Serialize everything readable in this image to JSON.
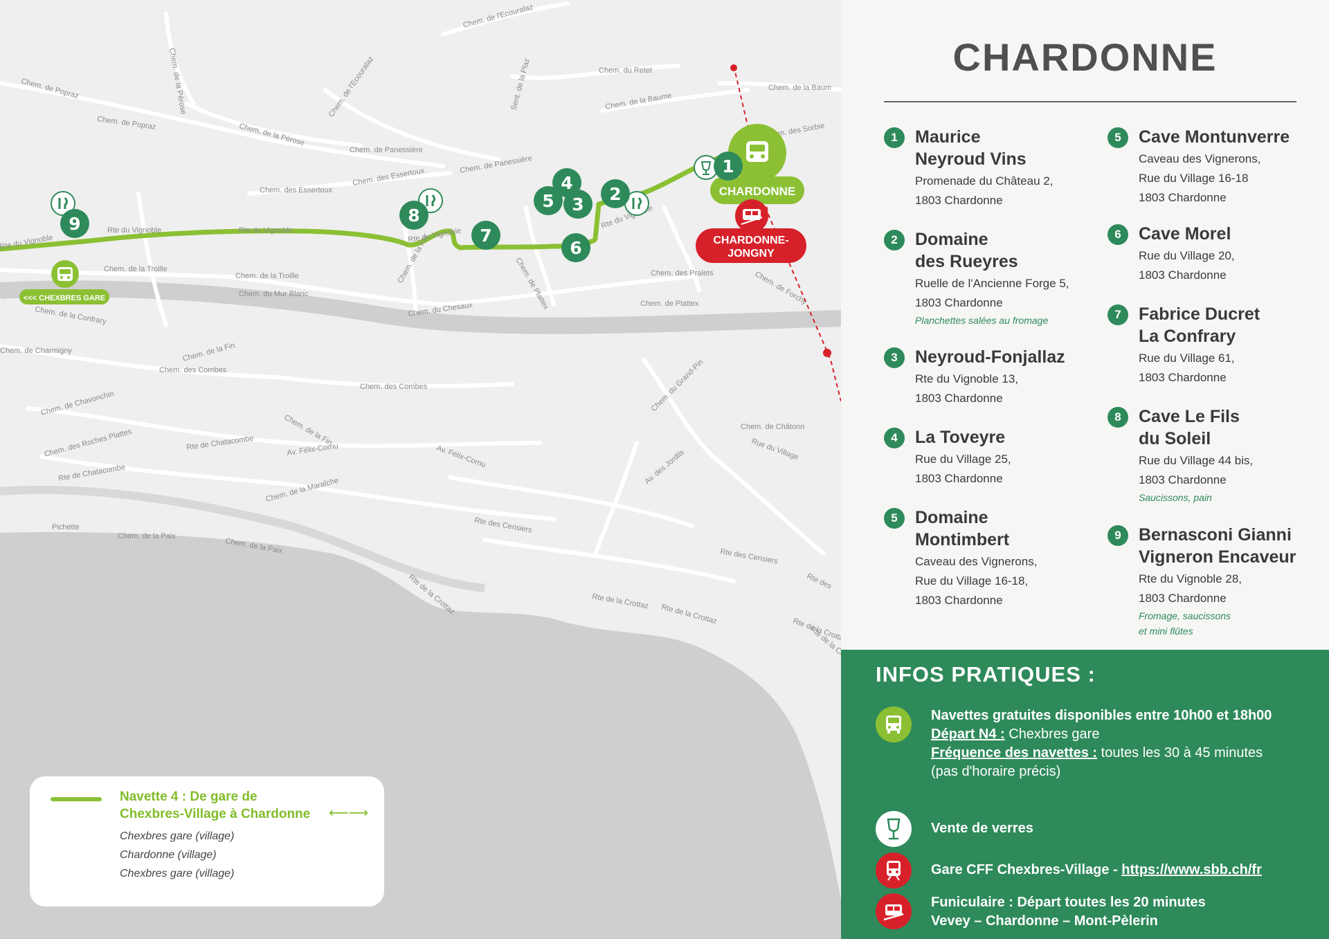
{
  "colors": {
    "green_dark": "#2e8a5a",
    "green_light": "#8bc034",
    "red": "#d7212a",
    "map_bg": "#efefef",
    "lake": "#cfcfcf"
  },
  "map": {
    "streets": [
      "Chem. de l'Ecouralaz",
      "Chem. de la Pérose",
      "Chem. de Popraz",
      "Chem. de Popraz",
      "Chem. de l'Ecouralaz",
      "Chem. de la Pérose",
      "Chem. de Panessière",
      "Sent. de la Plaz",
      "Chem. du Retet",
      "Chem. de la Baume",
      "Chem. de la Baum",
      "Chem. des Sorbie",
      "Chem. des Essertoux",
      "Chem. des Essertoux",
      "Chem. de Panessière",
      "Rte du Vignoble",
      "Rte du Vignoble",
      "Rte du Vignoble",
      "Rte du Vignoble",
      "Rte du Vignoble",
      "Chem. de la Troille",
      "Chem. de la Troille",
      "Chem. du Mur Blanc",
      "Chem. de la Fin",
      "Chem. du Chesaux",
      "Chem. de Plattex",
      "Chem. des Pralets",
      "Chem. de Forchy",
      "Chem. de Plattex",
      "Chem. de la Confrary",
      "Chem. de Charmigny",
      "Chem. de la Fin",
      "Chem. des Combes",
      "Chem. des Combes",
      "Chem. du Grand-Pin",
      "Chem. de Chavonchin",
      "Chem. de la Fin",
      "Chem. des Roches Plattes",
      "Rte de Chatacombe",
      "Av. Félix-Cornu",
      "Av. Félix-Cornu",
      "Rte de Chatacombe",
      "Chem. de la Maraîche",
      "Av. des Jordils",
      "Rue du Village",
      "Chem. de Châtonn",
      "Pichette",
      "Chem. de la Paix",
      "Chem. de la Paix",
      "Rte des Cerisiers",
      "Rte des Cerisiers",
      "Rte de la Crottaz",
      "Rte de la Crottaz",
      "Rte de la Crottaz",
      "Rte de la Crottaz",
      "Rte des",
      "Rte de la Croi"
    ],
    "markers": [
      "1",
      "2",
      "3",
      "4",
      "5",
      "6",
      "7",
      "8",
      "9"
    ],
    "bus_chardonne": "CHARDONNE",
    "funi_chardonne": [
      "CHARDONNE-",
      "JONGNY"
    ],
    "bus_chexbres": "<<< CHEXBRES GARE"
  },
  "legend": {
    "title_line1": "Navette 4 : De gare de",
    "title_line2": "Chexbres-Village à Chardonne",
    "arrows": "⟵⟶",
    "stops": [
      "Chexbres gare (village)",
      "Chardonne (village)",
      "Chexbres gare (village)"
    ]
  },
  "panel": {
    "title": "CHARDONNE",
    "entries": [
      {
        "num": "1",
        "name": [
          "Maurice",
          "Neyroud Vins"
        ],
        "addr": [
          "Promenade du Château 2,",
          "1803 Chardonne"
        ],
        "note": []
      },
      {
        "num": "2",
        "name": [
          "Domaine",
          "des Rueyres"
        ],
        "addr": [
          "Ruelle de l'Ancienne Forge 5,",
          "1803 Chardonne"
        ],
        "note": [
          "Planchettes salées au fromage"
        ]
      },
      {
        "num": "3",
        "name": [
          "Neyroud-Fonjallaz"
        ],
        "addr": [
          "Rte du Vignoble 13,",
          "1803 Chardonne"
        ],
        "note": []
      },
      {
        "num": "4",
        "name": [
          "La Toveyre"
        ],
        "addr": [
          "Rue du Village 25,",
          "1803 Chardonne"
        ],
        "note": []
      },
      {
        "num": "5",
        "name": [
          "Domaine",
          "Montimbert"
        ],
        "addr": [
          "Caveau des Vignerons,",
          "Rue du Village 16-18,",
          "1803 Chardonne"
        ],
        "note": []
      },
      {
        "num": "5",
        "name": [
          "Cave Montunverre"
        ],
        "addr": [
          "Caveau des Vignerons,",
          "Rue du Village 16-18",
          "1803 Chardonne"
        ],
        "note": []
      },
      {
        "num": "6",
        "name": [
          "Cave Morel"
        ],
        "addr": [
          "Rue du Village 20,",
          "1803 Chardonne"
        ],
        "note": []
      },
      {
        "num": "7",
        "name": [
          "Fabrice Ducret",
          "La Confrary"
        ],
        "addr": [
          "Rue du Village 61,",
          "1803 Chardonne"
        ],
        "note": []
      },
      {
        "num": "8",
        "name": [
          "Cave Le Fils",
          "du Soleil"
        ],
        "addr": [
          "Rue du Village 44 bis,",
          "1803 Chardonne"
        ],
        "note": [
          "Saucissons, pain"
        ]
      },
      {
        "num": "9",
        "name": [
          "Bernasconi Gianni",
          "Vigneron Encaveur"
        ],
        "addr": [
          "Rte du Vignoble 28,",
          "1803 Chardonne"
        ],
        "note": [
          "Fromage, saucissons",
          "et mini flûtes"
        ]
      }
    ]
  },
  "infos": {
    "title": "INFOS PRATIQUES :",
    "shuttle": {
      "line1": "Navettes gratuites disponibles entre 10h00 et 18h00",
      "depart_label": "Départ N4 :",
      "depart_value": "Chexbres gare",
      "freq_label": "Fréquence des navettes :",
      "freq_value": "toutes les 30 à 45 minutes",
      "freq_note": "(pas d'horaire précis)"
    },
    "glasses": "Vente de verres",
    "train": {
      "text": "Gare CFF Chexbres-Village - ",
      "link": "https://www.sbb.ch/fr"
    },
    "funi": {
      "line1": "Funiculaire : Départ toutes les 20 minutes",
      "line2": "Vevey – Chardonne – Mont-Pèlerin"
    }
  }
}
